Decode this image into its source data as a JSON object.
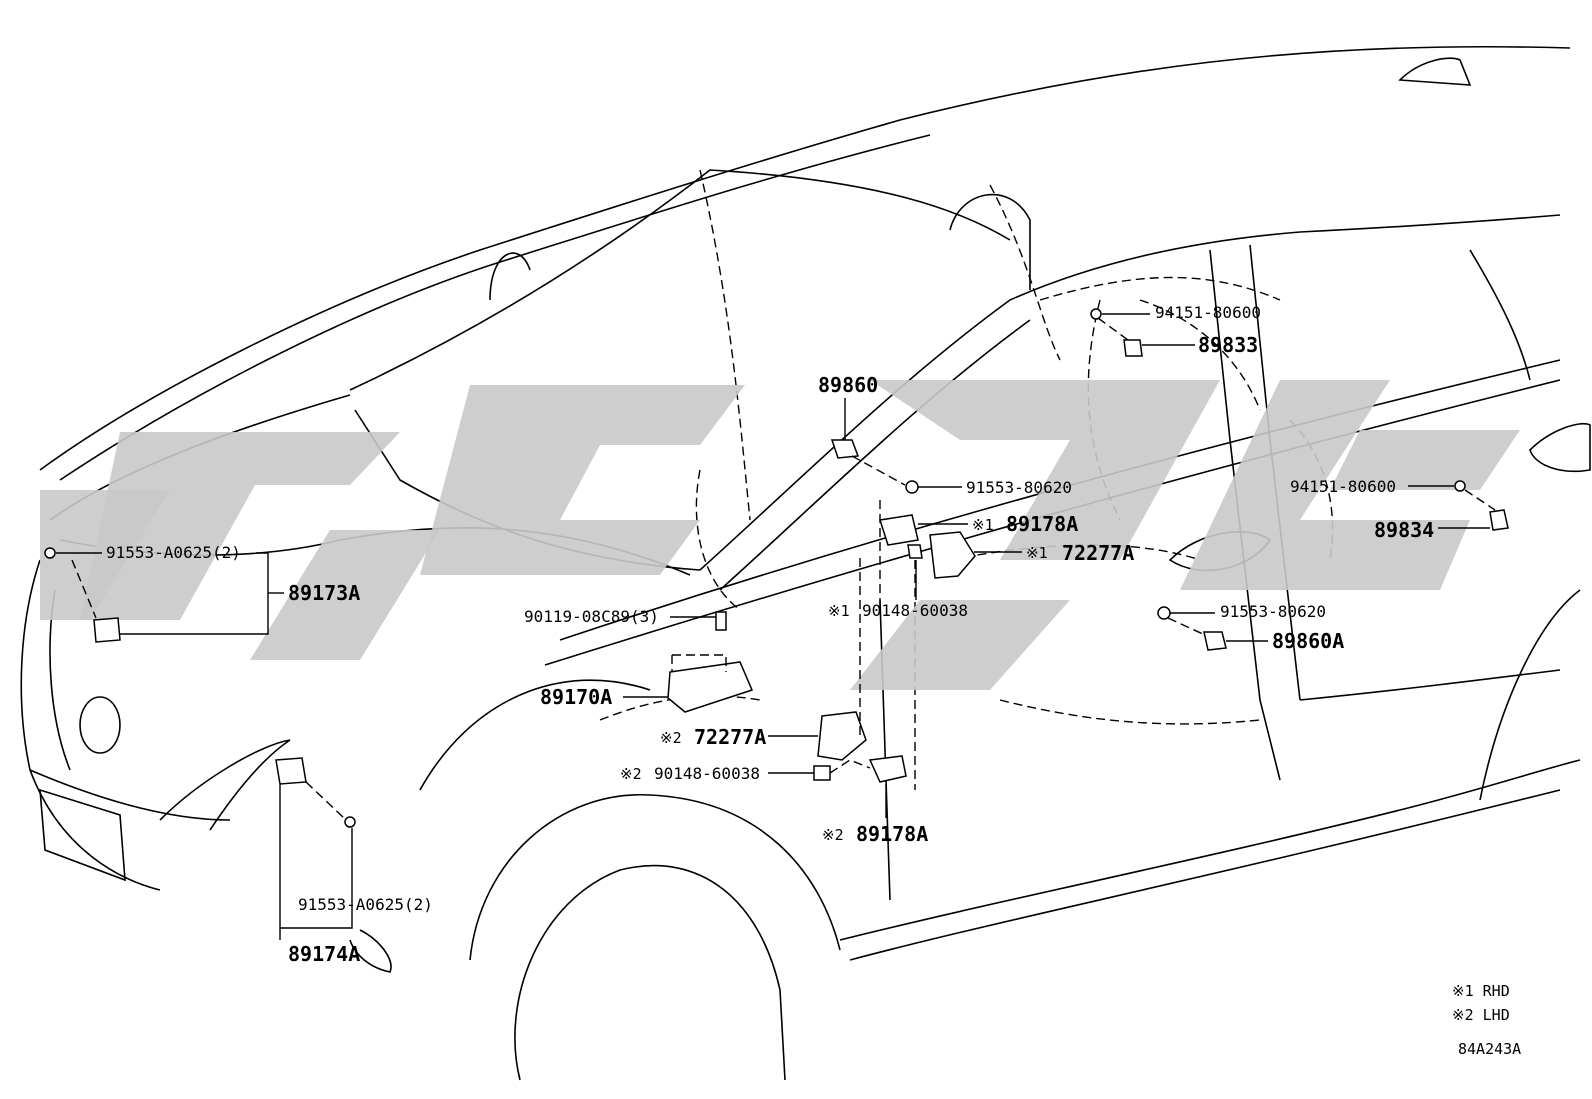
{
  "diagram": {
    "labels": {
      "p89860": "89860",
      "p94151_top": "94151-80600",
      "p89833": "89833",
      "p91553_80620_top": "91553-80620",
      "p89178A_rhd": "89178A",
      "p72277A_rhd": "72277A",
      "p90148_rhd": "90148-60038",
      "p94151_right": "94151-80600",
      "p89834": "89834",
      "p91553_80620_bottom": "91553-80620",
      "p89860A": "89860A",
      "p91553_A0625_top": "91553-A0625(2)",
      "p89173A": "89173A",
      "p90119": "90119-08C89(3)",
      "p89170A": "89170A",
      "p72277A_lhd": "72277A",
      "p90148_lhd": "90148-60038",
      "p89178A_lhd": "89178A",
      "p91553_A0625_bottom": "91553-A0625(2)",
      "p89174A": "89174A"
    },
    "marks": {
      "m1": "※1",
      "m2": "※2"
    },
    "legend": {
      "rhd": "※1 RHD",
      "lhd": "※2 LHD"
    },
    "code": "84A243A"
  }
}
